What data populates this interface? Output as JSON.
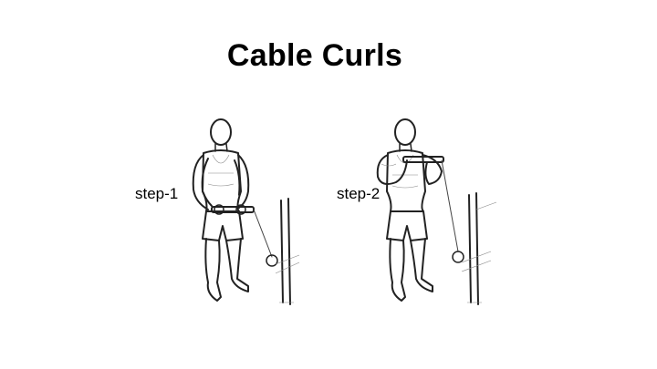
{
  "title": "Cable Curls",
  "steps": [
    {
      "label": "step-1",
      "illustration": "person-arms-extended-cable-bar"
    },
    {
      "label": "step-2",
      "illustration": "person-arms-curled-cable-bar"
    }
  ]
}
